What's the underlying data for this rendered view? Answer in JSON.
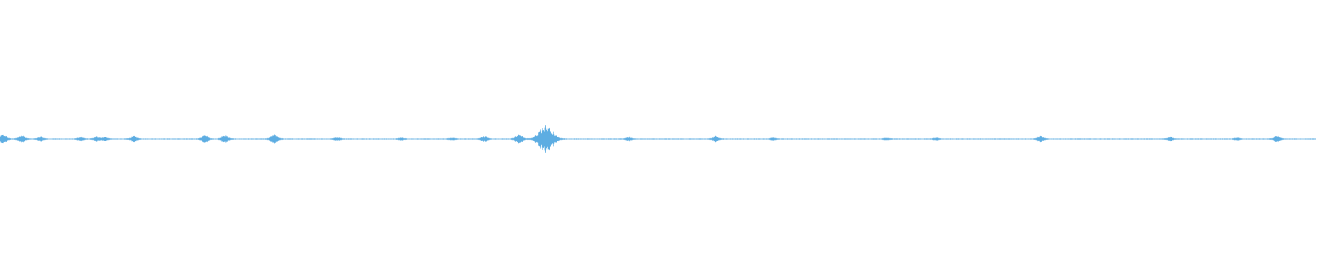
{
  "waveform": {
    "color": "#5DADE2",
    "background": "#ffffff",
    "amplitude_scale": 1.0,
    "bursts": [
      {
        "t": 0.002,
        "a": 0.06
      },
      {
        "t": 0.016,
        "a": 0.05
      },
      {
        "t": 0.03,
        "a": 0.03
      },
      {
        "t": 0.06,
        "a": 0.03
      },
      {
        "t": 0.072,
        "a": 0.03
      },
      {
        "t": 0.078,
        "a": 0.03
      },
      {
        "t": 0.1,
        "a": 0.04
      },
      {
        "t": 0.153,
        "a": 0.05
      },
      {
        "t": 0.168,
        "a": 0.05
      },
      {
        "t": 0.205,
        "a": 0.06
      },
      {
        "t": 0.252,
        "a": 0.03
      },
      {
        "t": 0.3,
        "a": 0.02
      },
      {
        "t": 0.338,
        "a": 0.02
      },
      {
        "t": 0.362,
        "a": 0.04
      },
      {
        "t": 0.388,
        "a": 0.06
      },
      {
        "t": 0.408,
        "a": 0.2
      },
      {
        "t": 0.47,
        "a": 0.03
      },
      {
        "t": 0.535,
        "a": 0.04
      },
      {
        "t": 0.578,
        "a": 0.02
      },
      {
        "t": 0.663,
        "a": 0.02
      },
      {
        "t": 0.7,
        "a": 0.02
      },
      {
        "t": 0.778,
        "a": 0.04
      },
      {
        "t": 0.875,
        "a": 0.03
      },
      {
        "t": 0.925,
        "a": 0.02
      },
      {
        "t": 0.955,
        "a": 0.04
      }
    ]
  }
}
